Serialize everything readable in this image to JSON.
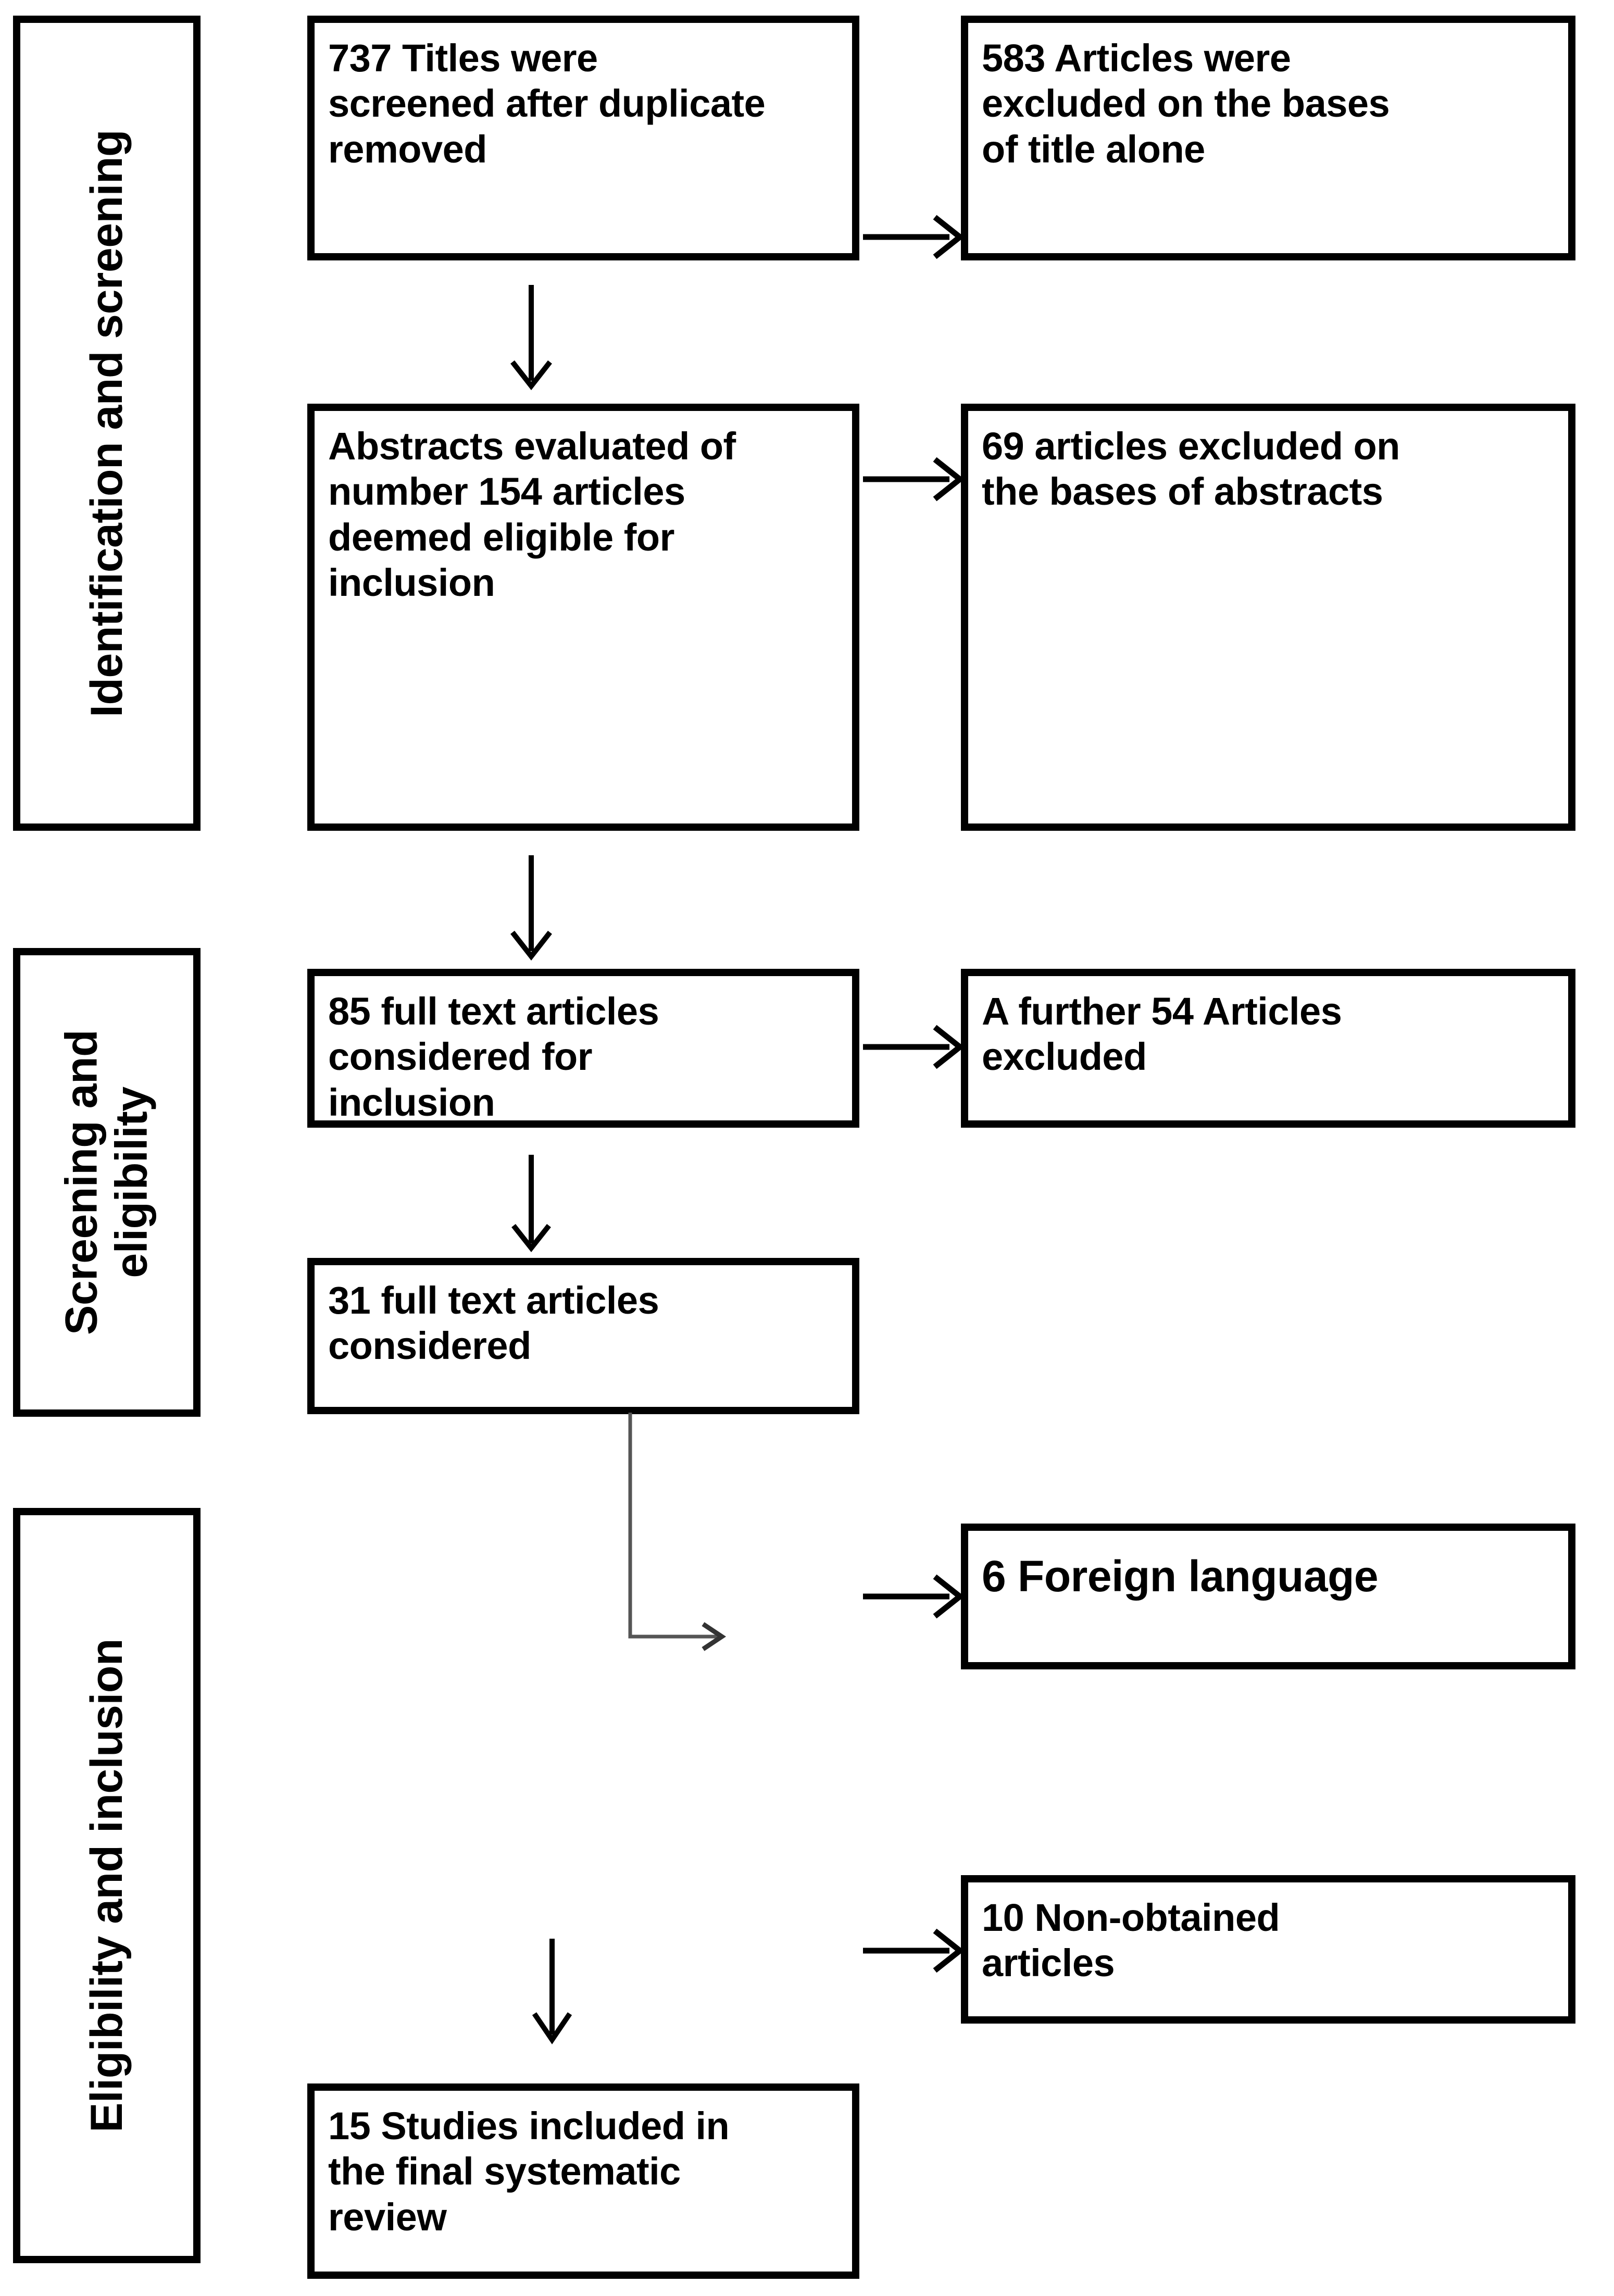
{
  "diagram": {
    "title": "PRISMA study selection flow diagram",
    "type": "flowchart",
    "colors": {
      "box_border": "#000000",
      "box_fill": "#ffffff",
      "text": "#000000",
      "connector": "#000000",
      "thin_connector": "#555555"
    }
  },
  "stages": [
    {
      "id": "stage-identification",
      "label": "Identification and screening"
    },
    {
      "id": "stage-screening",
      "label": "Screening and\neligibility"
    },
    {
      "id": "stage-eligibility",
      "label": "Eligibility and inclusion"
    }
  ],
  "nodes": {
    "screened": {
      "id": "node-titles-screened",
      "text": "737 Titles were\nscreened after duplicate\nremoved",
      "count": 737
    },
    "excluded_title": {
      "id": "node-excluded-title",
      "text": "583  Articles were\nexcluded on the bases\nof title alone",
      "count": 583
    },
    "abstracts": {
      "id": "node-abstracts-evaluated",
      "text": "Abstracts evaluated of\nnumber 154 articles\ndeemed eligible for\ninclusion",
      "count": 154
    },
    "excluded_abstract": {
      "id": "node-excluded-abstract",
      "text": "69 articles excluded on\nthe bases of abstracts",
      "count": 69
    },
    "fulltext85": {
      "id": "node-fulltext-85",
      "text": "85  full text articles\nconsidered for\ninclusion",
      "count": 85
    },
    "excluded54": {
      "id": "node-excluded-54",
      "text": "A further 54  Articles\nexcluded",
      "count": 54
    },
    "fulltext31": {
      "id": "node-fulltext-31",
      "text": "31  full text articles\nconsidered",
      "count": 31
    },
    "foreign": {
      "id": "node-foreign-language",
      "text": "6 Foreign language",
      "count": 6
    },
    "nonobtained": {
      "id": "node-non-obtained",
      "text": "10 Non-obtained\narticles",
      "count": 10
    },
    "included": {
      "id": "node-included-studies",
      "text": "15 Studies included in\nthe final systematic\nreview",
      "count": 15
    }
  },
  "edges": [
    {
      "id": "edge-screened-to-excluded-title",
      "from": "screened",
      "to": "excluded_title",
      "direction": "right"
    },
    {
      "id": "edge-screened-to-abstracts",
      "from": "screened",
      "to": "abstracts",
      "direction": "down"
    },
    {
      "id": "edge-abstracts-to-excluded-abstract",
      "from": "abstracts",
      "to": "excluded_abstract",
      "direction": "right"
    },
    {
      "id": "edge-abstracts-to-fulltext85",
      "from": "abstracts",
      "to": "fulltext85",
      "direction": "down"
    },
    {
      "id": "edge-fulltext85-to-excluded54",
      "from": "fulltext85",
      "to": "excluded54",
      "direction": "right"
    },
    {
      "id": "edge-fulltext85-to-fulltext31",
      "from": "fulltext85",
      "to": "fulltext31",
      "direction": "down"
    },
    {
      "id": "edge-fulltext31-elbow",
      "from": "fulltext31",
      "to": "",
      "direction": "down-right",
      "style": "thin"
    },
    {
      "id": "edge-to-foreign",
      "from": "",
      "to": "foreign",
      "direction": "right"
    },
    {
      "id": "edge-to-nonobtained",
      "from": "",
      "to": "nonobtained",
      "direction": "right"
    },
    {
      "id": "edge-to-included",
      "from": "",
      "to": "included",
      "direction": "down"
    }
  ]
}
